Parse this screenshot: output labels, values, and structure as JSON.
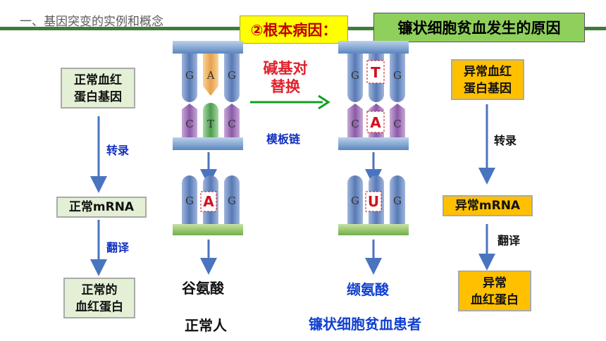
{
  "header": {
    "section_title": "一、基因突变的实例和概念",
    "root_cause_badge": "②根本病因：",
    "diagram_title": "镰状细胞贫血发生的原因"
  },
  "normal": {
    "gene_label": [
      "正常血红",
      "蛋白基因"
    ],
    "transcription": "转录",
    "mrna": "正常mRNA",
    "translation": "翻译",
    "protein": [
      "正常的",
      "血红蛋白"
    ],
    "amino_acid": "谷氨酸",
    "person": "正常人"
  },
  "abnormal": {
    "gene_label": [
      "异常血红",
      "蛋白基因"
    ],
    "transcription": "转录",
    "mrna": "异常mRNA",
    "translation": "翻译",
    "protein": [
      "异常",
      "血红蛋白"
    ],
    "amino_acid": "缬氨酸",
    "person": "镰状细胞贫血患者"
  },
  "mutation": {
    "label": [
      "碱基对",
      "替换"
    ],
    "template_strand": "模板链"
  },
  "dna_normal": {
    "top": [
      "G",
      "A",
      "G"
    ],
    "bottom": [
      "C",
      "T",
      "C"
    ],
    "mrna": [
      "G",
      "A",
      "G"
    ]
  },
  "dna_mutant": {
    "top": [
      "G",
      "T",
      "G"
    ],
    "bottom": [
      "C",
      "A",
      "C"
    ],
    "mrna": [
      "G",
      "U",
      "G"
    ]
  },
  "colors": {
    "header_bar": "#3e7d37",
    "badge": "#ffff00",
    "heading_box": "#8fd05c",
    "normal_box": "#e4f0d6",
    "abnormal_box": "#ffc000",
    "arrow_blue": "#4a74c0",
    "arrow_green": "#10a020",
    "highlight_red": "#d01020",
    "label_blue": "#1030c0"
  }
}
